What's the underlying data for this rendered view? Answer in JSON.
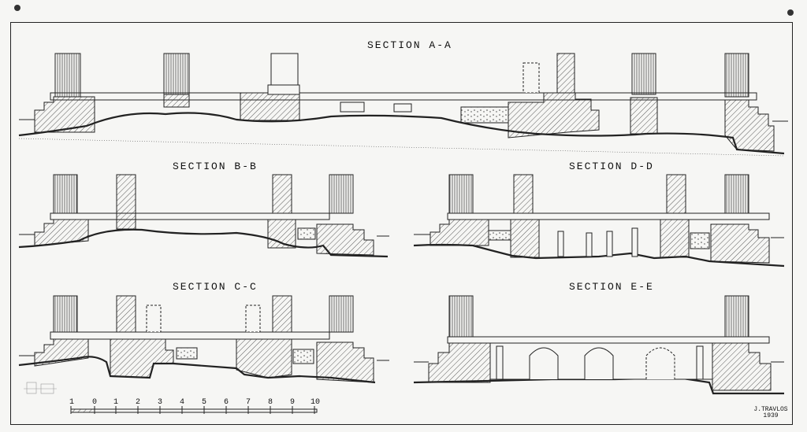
{
  "sections": {
    "a": "SECTION A-A",
    "b": "SECTION B-B",
    "c": "SECTION C-C",
    "d": "SECTION D-D",
    "e": "SECTION E-E"
  },
  "scale_bar": {
    "labels": [
      "1",
      "0",
      "1",
      "2",
      "3",
      "4",
      "5",
      "6",
      "7",
      "8",
      "9",
      "10"
    ]
  },
  "signature": {
    "name": "J.TRAVLOS",
    "year": "1939"
  }
}
